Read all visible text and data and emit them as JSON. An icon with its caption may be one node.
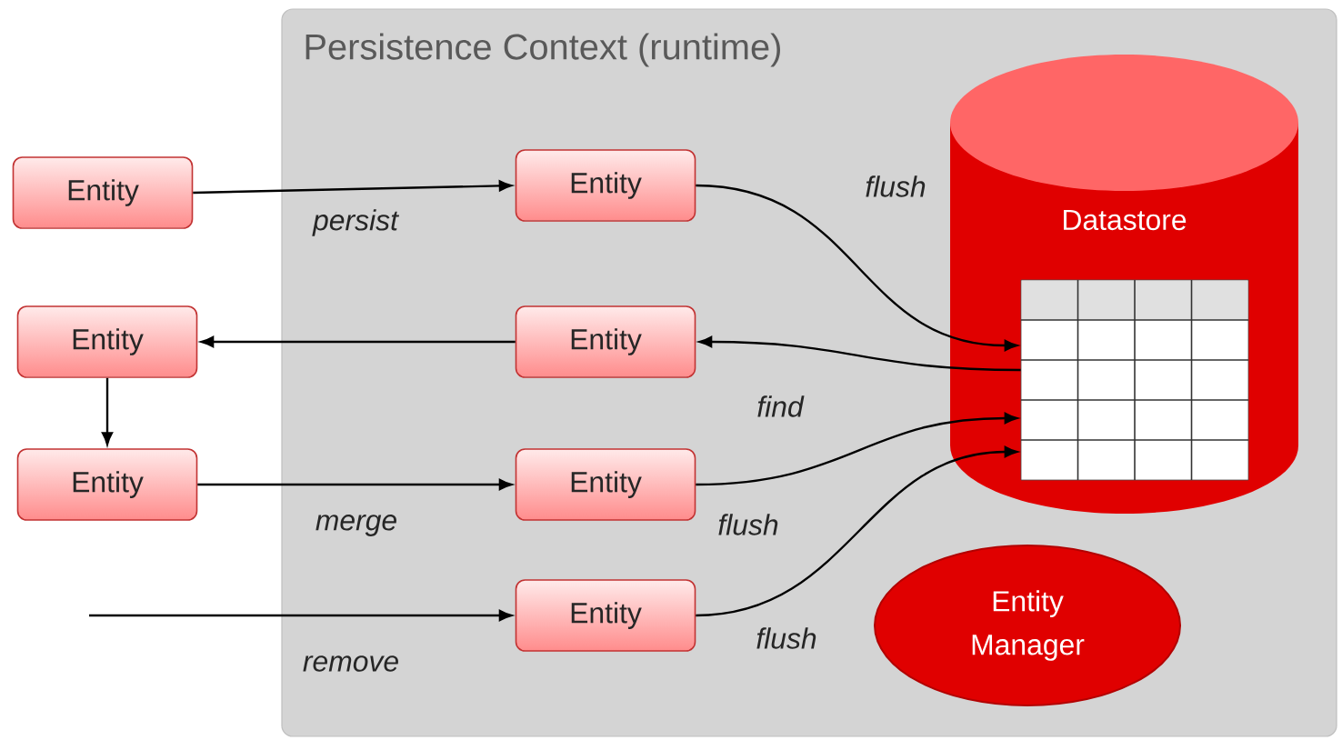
{
  "diagram": {
    "nodes": [
      {
        "text": [
          "Persistence Context (runtime)"
        ]
      },
      {
        "text": [
          "Entity"
        ]
      },
      {
        "text": [
          "Entity"
        ],
        "in": 0
      },
      {
        "text": [
          "Datastore"
        ],
        "in": 0
      },
      {
        "text": [],
        "shape": "grid",
        "in": 3
      },
      {
        "text": [
          "Entity"
        ]
      },
      {
        "text": [
          "Entity"
        ],
        "in": 0
      },
      {
        "text": [
          "Entity"
        ]
      },
      {
        "text": [
          "Entity"
        ],
        "in": 0
      },
      {
        "text": [
          "Entity"
        ],
        "in": 0
      },
      {
        "text": [
          "Entity Manager"
        ],
        "in": 0
      }
    ],
    "edges": [
      {
        "from": 1,
        "to": 2,
        "arrow": "to",
        "label": "persist"
      },
      {
        "from": 2,
        "to": 4,
        "arrow": "to",
        "label": "flush"
      },
      {
        "from": 4,
        "to": 6,
        "arrow": "to",
        "label": "find"
      },
      {
        "from": 6,
        "to": 5,
        "arrow": "to"
      },
      {
        "from": 5,
        "to": 7,
        "arrow": "to"
      },
      {
        "from": 7,
        "to": 8,
        "arrow": "to",
        "label": "merge"
      },
      {
        "from": 8,
        "to": 4,
        "arrow": "to",
        "label": "flush"
      },
      {
        "from": null,
        "to": 9,
        "arrow": "to",
        "label": "remove"
      },
      {
        "from": 9,
        "to": 4,
        "arrow": "to",
        "label": "flush"
      }
    ]
  }
}
